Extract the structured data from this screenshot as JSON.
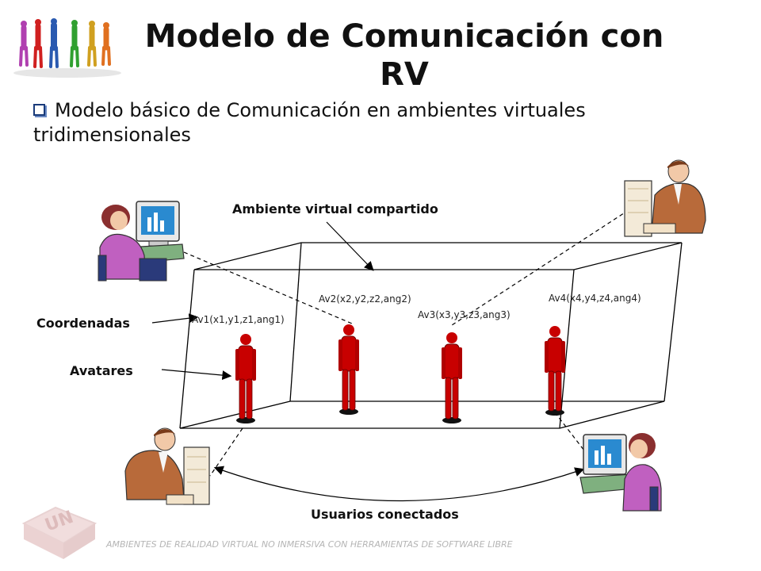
{
  "slide": {
    "title": "Modelo de Comunicación con RV",
    "bullet": "Modelo básico de Comunicación en ambientes virtuales tridimensionales",
    "footer": "AMBIENTES DE REALIDAD VIRTUAL NO INMERSIVA CON HERRAMIENTAS DE SOFTWARE LIBRE"
  },
  "diagram": {
    "shared_env_label": "Ambiente virtual compartido",
    "coordinates_label": "Coordenadas",
    "avatars_label": "Avatares",
    "users_label": "Usuarios conectados",
    "avatars": [
      {
        "coords": "Av1(x1,y1,z1,ang1)"
      },
      {
        "coords": "Av2(x2,y2,z2,ang2)"
      },
      {
        "coords": "Av3(x3,y3,z3,ang3)"
      },
      {
        "coords": "Av4(x4,y4,z4,ang4)"
      }
    ]
  },
  "colors": {
    "avatar": "#c80000",
    "avatar_dark": "#6a0000",
    "woman_shirt": "#c060c0",
    "woman_hair": "#8a2f2f",
    "monitor": "#2a8ad0",
    "desk": "#7fb07f",
    "man_suit": "#b86a3a"
  },
  "icons": [
    "people-logo-icon",
    "un-watermark-icon",
    "woman-computer-icon",
    "man-computer-icon"
  ]
}
